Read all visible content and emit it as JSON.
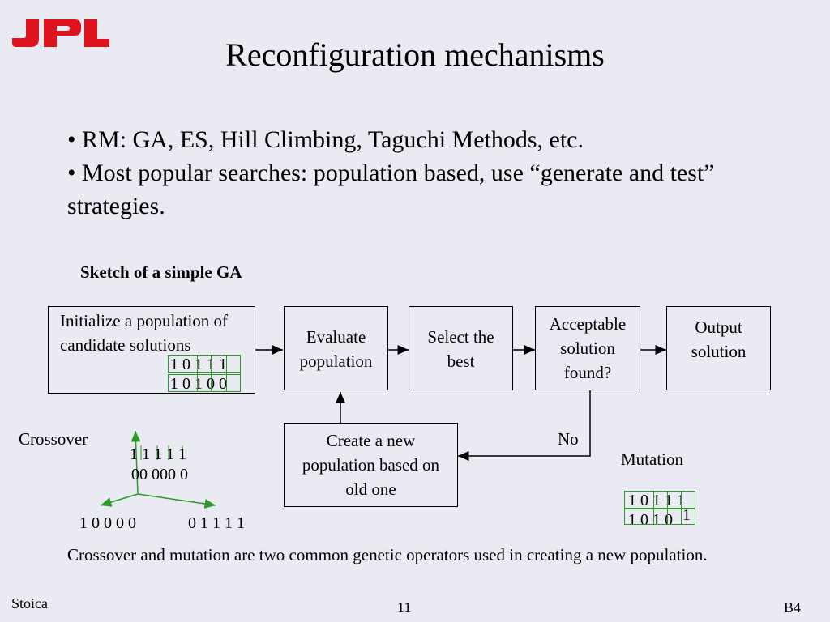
{
  "logo_text": "JPL",
  "title": "Reconfiguration mechanisms",
  "bullets": [
    "• RM: GA, ES, Hill Climbing, Taguchi Methods, etc.",
    "• Most popular searches: population based, use “generate and test” strategies."
  ],
  "sketch_heading": "Sketch of a simple GA",
  "flow": {
    "init": "Initialize a population of candidate solutions",
    "init_bits_1": "1 0 1 1 1",
    "init_bits_2": "1 0 1 0 0",
    "evaluate": "Evaluate population",
    "select": "Select the best",
    "acceptable": "Acceptable solution found?",
    "output": "Output solution",
    "create": "Create a new population based on old one",
    "no_label": "No"
  },
  "crossover": {
    "label": "Crossover",
    "parent_1": "1 1 1 1 1",
    "parent_2": "00 000 0",
    "child_1": "1 0 0 0 0",
    "child_2": "0 1 1 1 1"
  },
  "mutation": {
    "label": "Mutation",
    "bits_1": "1 0 1 1 1",
    "bits_2": "1 0 1 0",
    "flipped_bit": "1"
  },
  "caption": "Crossover and mutation are two common genetic operators used in creating a new population.",
  "footer": {
    "author": "Stoica",
    "page": "11",
    "code": "B4"
  },
  "colors": {
    "logo_red": "#e0141e",
    "bit_box_green": "#2a9a2a",
    "background": "#eaeaf2"
  }
}
